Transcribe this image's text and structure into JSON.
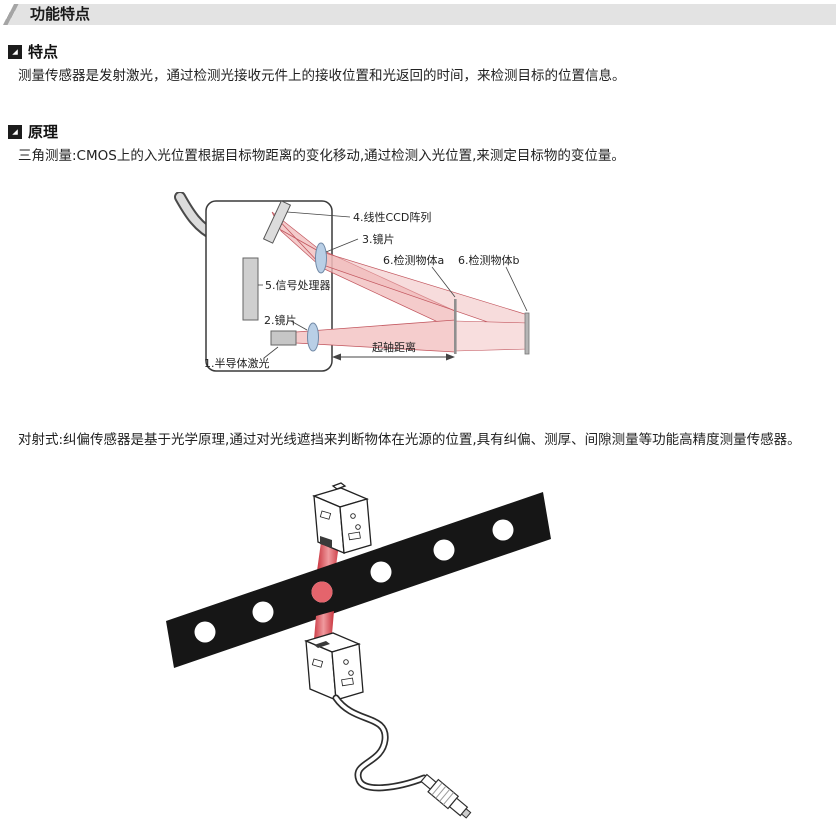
{
  "header": {
    "title": "功能特点"
  },
  "features": {
    "title": "特点",
    "body": "测量传感器是发射激光，通过检测光接收元件上的接收位置和光返回的时间，来检测目标的位置信息。"
  },
  "principle": {
    "title": "原理",
    "triangulation_text": "三角测量:CMOS上的入光位置根据目标物距离的变化移动,通过检测入光位置,来测定目标物的变位量。",
    "through_beam_text": "对射式:纠偏传感器是基于光学原理,通过对光线遮挡来判断物体在光源的位置,具有纠偏、测厚、间隙测量等功能高精度测量传感器。"
  },
  "triangulation_diagram": {
    "label_ccd": "4.线性CCD阵列",
    "label_lens_receive": "3.镜片",
    "label_object_a": "6.检测物体a",
    "label_object_b": "6.检测物体b",
    "label_processor": "5.信号处理器",
    "label_lens_emit": "2.镜片",
    "label_laser": "1.半导体激光",
    "label_axis_distance": "起轴距离"
  },
  "colors": {
    "header_bg": "#e3e3e3",
    "marker_icon": "#1c1c1c",
    "beam_red": "#c2565e",
    "beam_pink": "#f5cdcd",
    "lens_blue": "#b9cfe6",
    "component_gray": "#cfcfcf",
    "film_black": "#161616"
  }
}
